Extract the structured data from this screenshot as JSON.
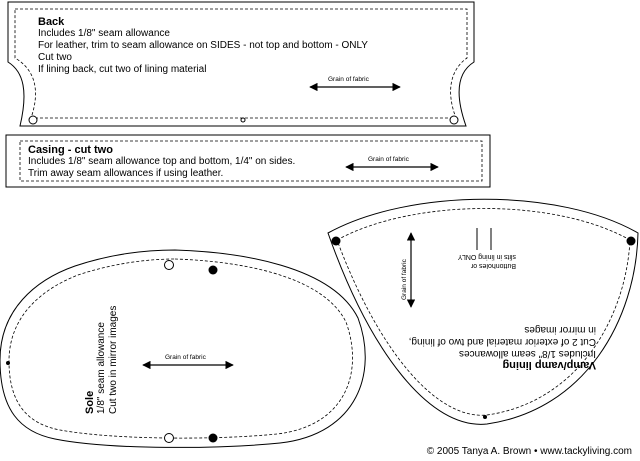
{
  "back": {
    "title": "Back",
    "lines": [
      "Includes 1/8\" seam allowance",
      "For leather, trim to seam allowance on SIDES - not top and bottom - ONLY",
      "Cut two",
      "If lining back, cut two of lining material"
    ],
    "grain": "Grain of fabric"
  },
  "casing": {
    "title": "Casing - cut two",
    "lines": [
      "Includes 1/8\" seam allowance top and bottom, 1/4\" on sides.",
      "Trim away seam allowances if using leather."
    ],
    "grain": "Grain of fabric"
  },
  "sole": {
    "title": "Sole",
    "lines": [
      "1/8\" seam allowance",
      "Cut two in mirror images"
    ],
    "grain": "Grain of fabric"
  },
  "vamp": {
    "title": "Vamp/vamp lining",
    "lines": [
      "Includes 1/8\" seam allowances",
      "Cut 2 of exterior material and two of lining,",
      "in mirror images"
    ],
    "buttonhole": [
      "Buttonholes or",
      "slits in lining ONLY"
    ],
    "grain": "Grain of fabric"
  },
  "footer": {
    "copyright": "© 2005 Tanya A. Brown • www.tackyliving.com"
  }
}
